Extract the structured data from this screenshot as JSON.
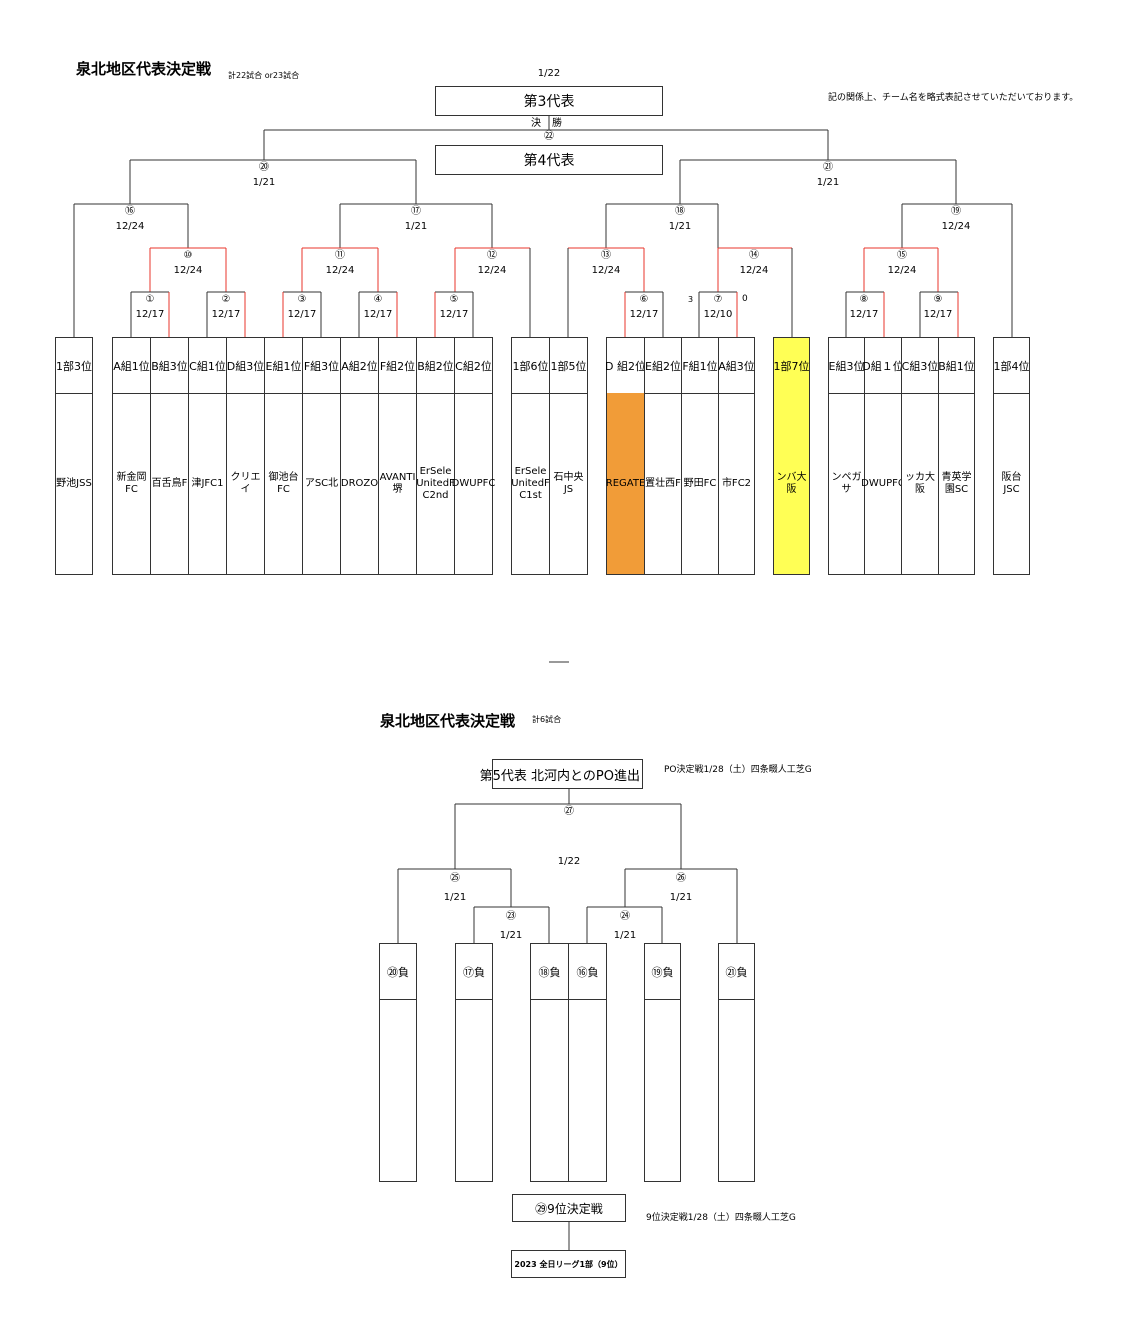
{
  "top": {
    "title": "泉北地区代表決定戦",
    "subtitle": "計22試合 or23試合",
    "note": "記の関係上、チーム名を略式表記させていただいております。",
    "date_top": "1/22",
    "third_rep": "第3代表",
    "fourth_rep": "第4代表",
    "final_label_left": "決",
    "final_label_right": "勝",
    "matches": [
      {
        "num": "㉒",
        "date": ""
      },
      {
        "num": "⑳",
        "date": "1/21"
      },
      {
        "num": "㉑",
        "date": "1/21"
      },
      {
        "num": "⑯",
        "date": "12/24"
      },
      {
        "num": "⑰",
        "date": "1/21"
      },
      {
        "num": "⑱",
        "date": "1/21"
      },
      {
        "num": "⑲",
        "date": "12/24"
      },
      {
        "num": "⑩",
        "date": "12/24"
      },
      {
        "num": "⑪",
        "date": "12/24"
      },
      {
        "num": "⑫",
        "date": "12/24"
      },
      {
        "num": "⑬",
        "date": "12/24"
      },
      {
        "num": "⑭",
        "date": "12/24"
      },
      {
        "num": "⑮",
        "date": "12/24"
      },
      {
        "num": "①",
        "date": "12/17"
      },
      {
        "num": "②",
        "date": "12/17"
      },
      {
        "num": "③",
        "date": "12/17"
      },
      {
        "num": "④",
        "date": "12/17"
      },
      {
        "num": "⑤",
        "date": "12/17"
      },
      {
        "num": "⑥",
        "date": "12/17"
      },
      {
        "num": "⑦",
        "date": "12/10"
      },
      {
        "num": "⑧",
        "date": "12/17"
      },
      {
        "num": "⑨",
        "date": "12/17"
      }
    ],
    "score_left": "3",
    "score_right": "0",
    "teams": [
      {
        "rank": "1部3位",
        "team": "野池JSS"
      },
      {
        "rank": "A組1位",
        "team": "新金岡FC"
      },
      {
        "rank": "B組3位",
        "team": "百舌鳥F"
      },
      {
        "rank": "C組1位",
        "team": "津JFC1"
      },
      {
        "rank": "D組3位",
        "team": "クリエイ"
      },
      {
        "rank": "E組1位",
        "team": "御池台FC"
      },
      {
        "rank": "F組3位",
        "team": "アSC北"
      },
      {
        "rank": "A組2位",
        "team": "DROZO"
      },
      {
        "rank": "F組2位",
        "team": "AVANTI堺"
      },
      {
        "rank": "B組2位",
        "team": "ErSele\nUnitedF\nC2nd"
      },
      {
        "rank": "C組2位",
        "team": "DWUPFC"
      },
      {
        "rank": "1部6位",
        "team": "ErSele\nUnitedF\nC1st"
      },
      {
        "rank": "1部5位",
        "team": "石中央JS"
      },
      {
        "rank": "D 組2位",
        "team": "REGATE"
      },
      {
        "rank": "E組2位",
        "team": "置壮西F"
      },
      {
        "rank": "F組1位",
        "team": "野田FC"
      },
      {
        "rank": "A組3位",
        "team": "市FC2"
      },
      {
        "rank": "1部7位",
        "team": "ンバ大阪"
      },
      {
        "rank": "E組3位",
        "team": "ンペガサ"
      },
      {
        "rank": "D組１位",
        "team": "DWUPFC"
      },
      {
        "rank": "C組3位",
        "team": "ッカ大阪"
      },
      {
        "rank": "B組1位",
        "team": "青英学\n園SC"
      },
      {
        "rank": "1部4位",
        "team": "阪台JSC"
      }
    ],
    "colors": {
      "orange": "#f19c38",
      "yellow": "#ffff55",
      "red": "#e8352b"
    }
  },
  "bottom": {
    "title": "泉北地区代表決定戦",
    "subtitle": "計6試合",
    "fifth_rep": "第5代表 北河内とのPO進出",
    "po_note": "PO決定戦1/28（土）四条畷人工芝G",
    "date_top": "1/22",
    "matches": [
      {
        "num": "㉗",
        "date": ""
      },
      {
        "num": "㉕",
        "date": "1/21"
      },
      {
        "num": "㉖",
        "date": "1/21"
      },
      {
        "num": "㉓",
        "date": "1/21"
      },
      {
        "num": "㉔",
        "date": "1/21"
      }
    ],
    "losers": [
      "⑳負",
      "⑰負",
      "⑱負",
      "⑯負",
      "⑲負",
      "㉑負"
    ],
    "ninth_label": "㉙9位決定戦",
    "ninth_note": "9位決定戦1/28（土）四条畷人工芝G",
    "league_label": "2023 全日リーグ1部（9位）"
  }
}
